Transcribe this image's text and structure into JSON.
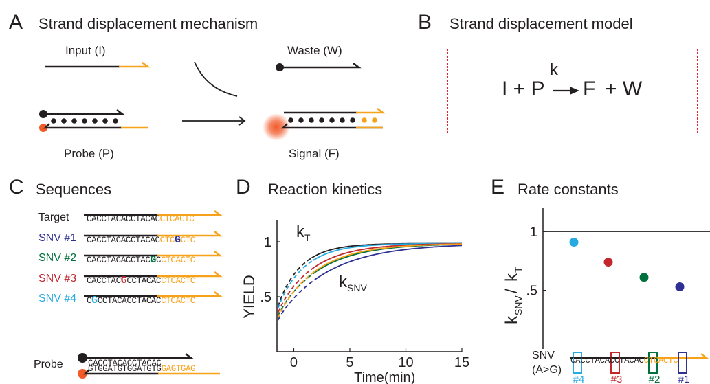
{
  "colors": {
    "orange": "#f7a21b",
    "black": "#231f20",
    "red": "#e8242c",
    "glow": "#f15a29",
    "snv1": "#2e3192",
    "snv2": "#00703c",
    "snv3": "#c1272d",
    "snv4": "#27aae1"
  },
  "panelA": {
    "letter": "A",
    "title": "Strand displacement mechanism",
    "input_label": "Input (I)",
    "probe_label": "Probe (P)",
    "waste_label": "Waste (W)",
    "signal_label": "Signal (F)"
  },
  "panelB": {
    "letter": "B",
    "title": "Strand displacement model",
    "rate": "k",
    "lhs": "I + P",
    "product": "F",
    "plus_w": "+ W"
  },
  "panelC": {
    "letter": "C",
    "title": "Sequences",
    "rows": [
      {
        "name": "Target",
        "name_color": "black",
        "black_seq": "CACCTACACCTACAC",
        "orange_seq": "CTCACTC",
        "mutant_pos": -1
      },
      {
        "name": "SNV #1",
        "name_color": "snv1",
        "black_seq": "CACCTACACCTACAC",
        "orange_seq": "CTCGCTC",
        "mutant_pos": 18,
        "mutant_color": "snv1"
      },
      {
        "name": "SNV #2",
        "name_color": "snv2",
        "black_seq": "CACCTACACCTACGC",
        "orange_seq": "CTCACTC",
        "mutant_pos": 13,
        "mutant_color": "snv2"
      },
      {
        "name": "SNV #3",
        "name_color": "snv3",
        "black_seq": "CACCTACGCCTACAC",
        "orange_seq": "CTCACTC",
        "mutant_pos": 7,
        "mutant_color": "snv3"
      },
      {
        "name": "SNV #4",
        "name_color": "snv4",
        "black_seq": "CGCCTACACCTACAC",
        "orange_seq": "CTCACTC",
        "mutant_pos": 1,
        "mutant_color": "snv4"
      }
    ],
    "probe_name": "Probe",
    "probe_top": "CACCTACACCTACAC",
    "probe_bottom_black": "GTGGATGTGGATGTG",
    "probe_bottom_orange": "GAGTGAG"
  },
  "panelD": {
    "letter": "D",
    "title": "Reaction kinetics",
    "kT_main": "k",
    "kT_sub": "T",
    "kSNV_main": "k",
    "kSNV_sub": "SNV"
  },
  "panelE": {
    "letter": "E",
    "title": "Rate constants",
    "snv_label_1": "SNV",
    "snv_label_2": "(A>G)",
    "strip_black": "CACCTACACCTACAC",
    "strip_orange": "CTCACTC",
    "box_labels": [
      "#4",
      "#3",
      "#2",
      "#1"
    ]
  },
  "chart_data": [
    {
      "type": "line",
      "title": "Reaction kinetics",
      "xlabel": "Time(min)",
      "ylabel": "YIELD",
      "xlim": [
        -1.5,
        15
      ],
      "ylim": [
        0,
        1.2
      ],
      "xticks": [
        0,
        5,
        10,
        15
      ],
      "yticks": [
        0.5,
        1
      ],
      "ytick_labels": [
        ".5",
        "1"
      ],
      "grid": false,
      "annotations": [
        "kT",
        "kSNV"
      ],
      "series": [
        {
          "color": "#231f20",
          "rate": 0.48,
          "delay": 1.6
        },
        {
          "color": "#27aae1",
          "rate": 0.42,
          "delay": 1.7
        },
        {
          "color": "#c1272d",
          "rate": 0.32,
          "delay": 1.9
        },
        {
          "color": "#00703c",
          "rate": 0.27,
          "delay": 2.0
        },
        {
          "color": "#f7a21b",
          "rate": 0.29,
          "delay": 1.8
        },
        {
          "color": "#2e3192",
          "rate": 0.22,
          "delay": 2.1
        }
      ]
    },
    {
      "type": "scatter",
      "title": "Rate constants",
      "ylabel": "kSNV / kT",
      "ylim": [
        0,
        1.2
      ],
      "yticks": [
        0.5,
        1
      ],
      "ytick_labels": [
        ".5",
        "1"
      ],
      "reference_line": 1,
      "points": [
        {
          "label": "SNV #4",
          "value": 0.91,
          "color": "#27aae1"
        },
        {
          "label": "SNV #3",
          "value": 0.74,
          "color": "#c1272d"
        },
        {
          "label": "SNV #2",
          "value": 0.61,
          "color": "#00703c"
        },
        {
          "label": "SNV #1",
          "value": 0.53,
          "color": "#2e3192"
        }
      ]
    }
  ]
}
